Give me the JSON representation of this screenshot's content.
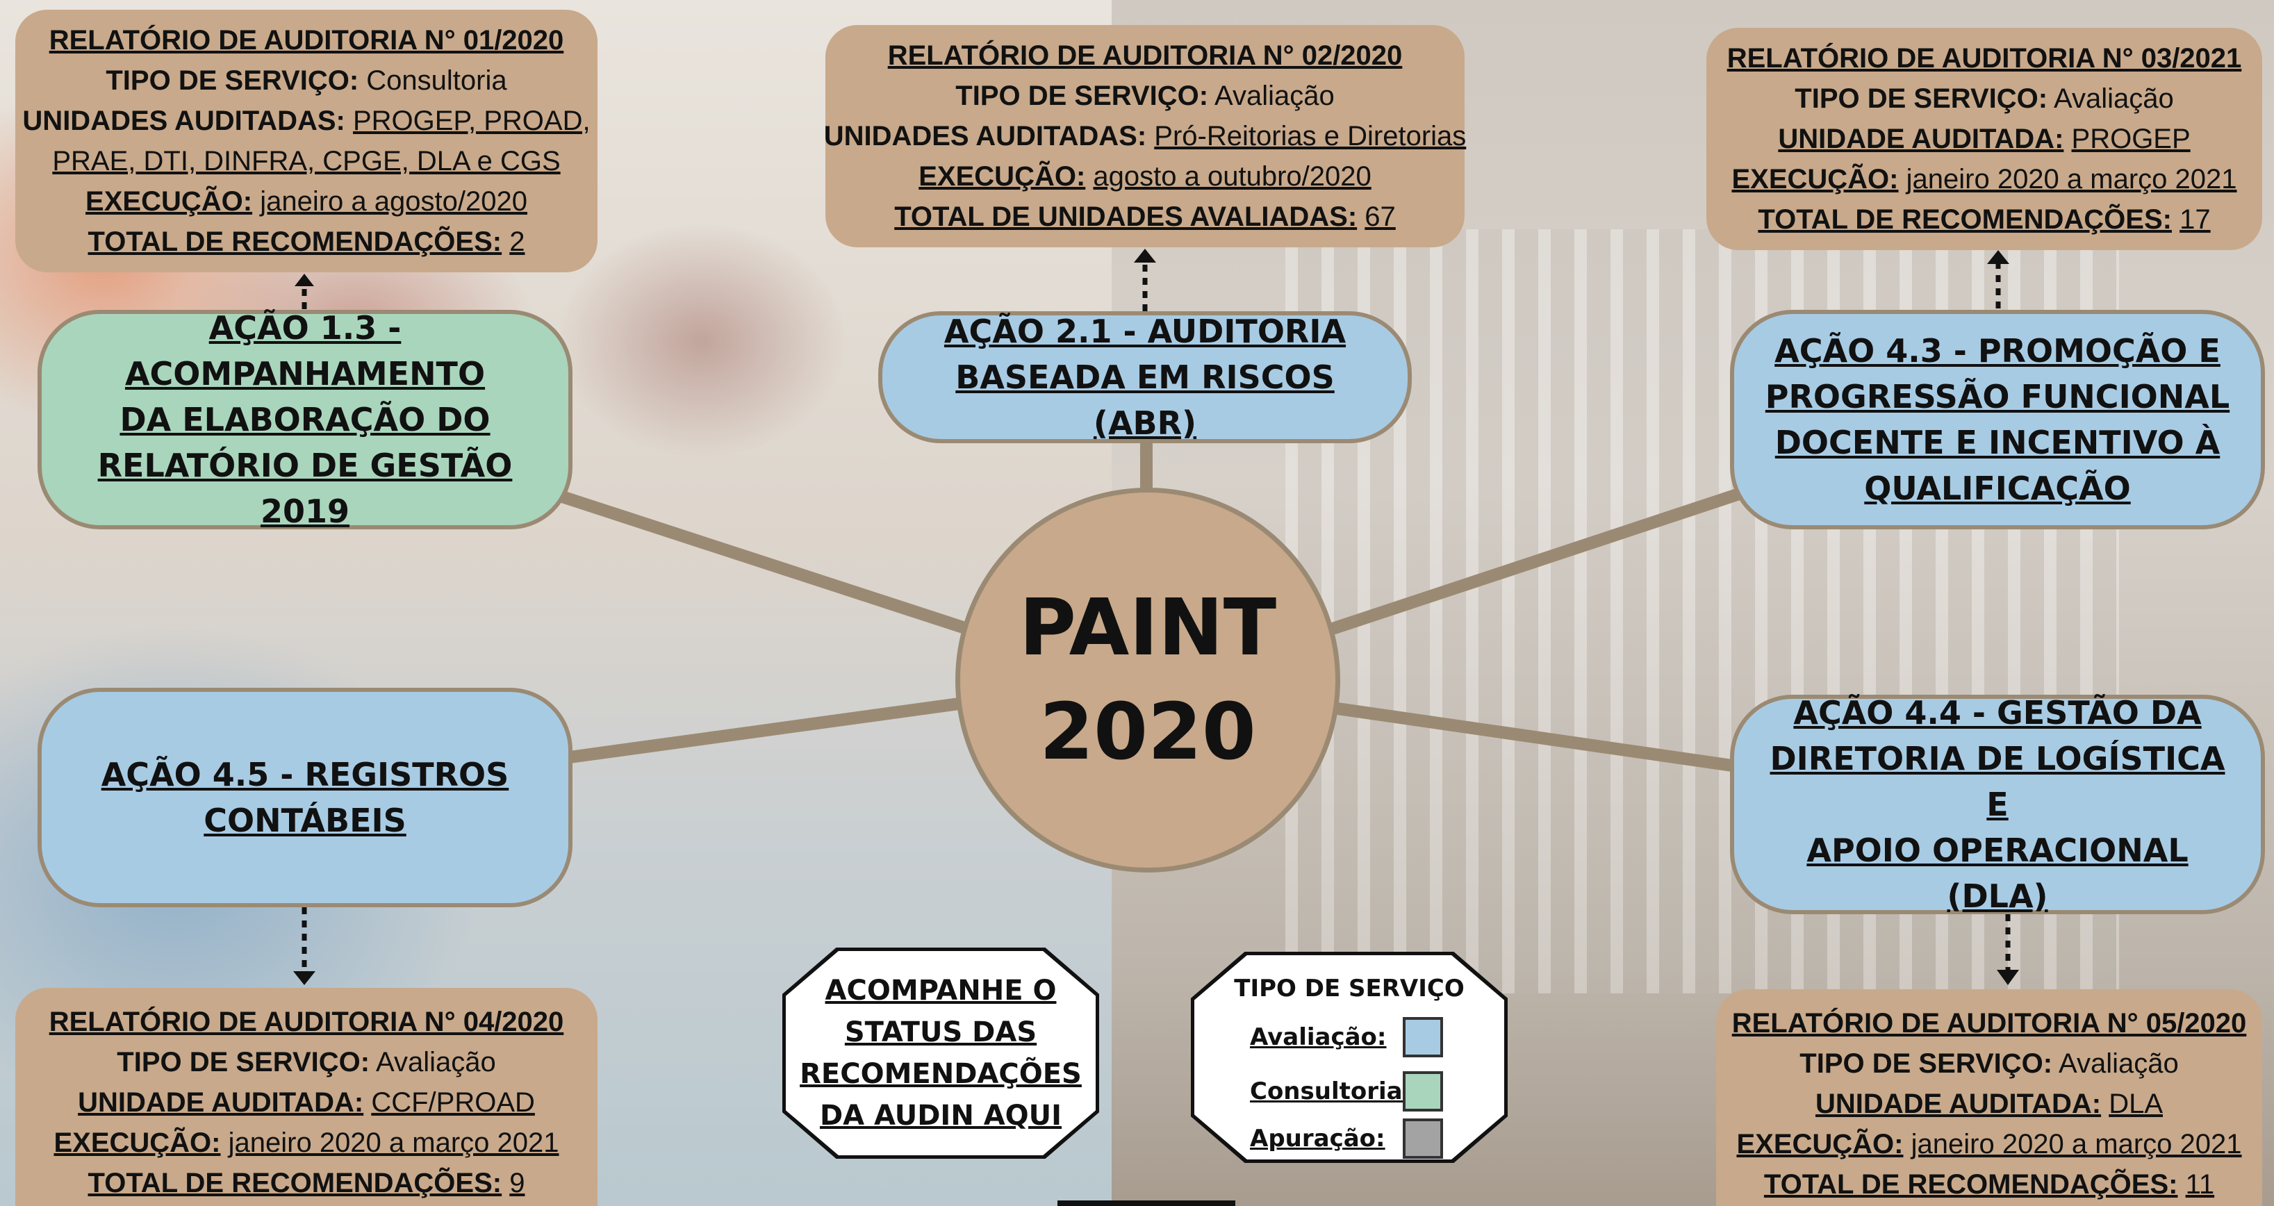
{
  "center": {
    "line1": "PAINT",
    "line2": "2020"
  },
  "actions": {
    "a13": {
      "lines": [
        "AÇÃO 1.3 - ACOMPANHAMENTO",
        "DA ELABORAÇÃO DO",
        "RELATÓRIO DE GESTÃO 2019"
      ],
      "service_type": "Consultoria"
    },
    "a21": {
      "lines": [
        "AÇÃO 2.1  - AUDITORIA",
        "BASEADA EM RISCOS (ABR)"
      ],
      "service_type": "Avaliação"
    },
    "a43": {
      "lines": [
        "AÇÃO 4.3 - PROMOÇÃO E",
        "PROGRESSÃO FUNCIONAL",
        "DOCENTE E INCENTIVO À",
        "QUALIFICAÇÃO"
      ],
      "service_type": "Avaliação"
    },
    "a45": {
      "lines": [
        "AÇÃO 4.5 - REGISTROS",
        "CONTÁBEIS"
      ],
      "service_type": "Avaliação"
    },
    "a44": {
      "lines": [
        "AÇÃO 4.4 - GESTÃO DA",
        "DIRETORIA DE LOGÍSTICA E",
        "APOIO OPERACIONAL (DLA)"
      ],
      "service_type": "Avaliação"
    }
  },
  "reports": {
    "r1": {
      "title": "RELATÓRIO DE AUDITORIA N° 01/2020",
      "tipo_label": "TIPO DE SERVIÇO:",
      "tipo_value": "Consultoria",
      "unid_label": "UNIDADES AUDITADAS:",
      "unid_value_1": "PROGEP, PROAD,",
      "unid_value_2": "PRAE, DTI, DINFRA, CPGE, DLA e CGS",
      "exec_label": "EXECUÇÃO:",
      "exec_value": "janeiro a agosto/2020",
      "total_label": "TOTAL DE RECOMENDAÇÕES:",
      "total_value": "2"
    },
    "r2": {
      "title": "RELATÓRIO DE AUDITORIA N° 02/2020",
      "tipo_label": "TIPO DE SERVIÇO:",
      "tipo_value": "Avaliação",
      "unid_label": "UNIDADES AUDITADAS:",
      "unid_value_1": "Pró-Reitorias e Diretorias",
      "exec_label": "EXECUÇÃO:",
      "exec_value": "agosto a outubro/2020",
      "total_label": "TOTAL DE UNIDADES AVALIADAS:",
      "total_value": "67"
    },
    "r3": {
      "title": "RELATÓRIO DE AUDITORIA N° 03/2021",
      "tipo_label": "TIPO DE SERVIÇO:",
      "tipo_value": "Avaliação",
      "unid_label": "UNIDADE AUDITADA:",
      "unid_value_1": "PROGEP",
      "exec_label": "EXECUÇÃO:",
      "exec_value": "janeiro 2020 a março 2021",
      "total_label": "TOTAL DE RECOMENDAÇÕES:",
      "total_value": "17"
    },
    "r4": {
      "title": "RELATÓRIO DE AUDITORIA N° 04/2020",
      "tipo_label": "TIPO DE SERVIÇO:",
      "tipo_value": "Avaliação",
      "unid_label": "UNIDADE AUDITADA:",
      "unid_value_1": "CCF/PROAD",
      "exec_label": "EXECUÇÃO:",
      "exec_value": "janeiro 2020 a março 2021",
      "total_label": "TOTAL DE RECOMENDAÇÕES:",
      "total_value": "9"
    },
    "r5": {
      "title": "RELATÓRIO DE AUDITORIA N° 05/2020",
      "tipo_label": "TIPO DE SERVIÇO:",
      "tipo_value": "Avaliação",
      "unid_label": "UNIDADE AUDITADA:",
      "unid_value_1": "DLA",
      "exec_label": "EXECUÇÃO:",
      "exec_value": "janeiro 2020 a março 2021",
      "total_label": "TOTAL DE RECOMENDAÇÕES:",
      "total_value": "11"
    }
  },
  "status_link": {
    "lines": [
      "ACOMPANHE O",
      "STATUS DAS",
      "RECOMENDAÇÕES",
      "DA AUDIN AQUI"
    ]
  },
  "legend": {
    "title": "TIPO DE SERVIÇO",
    "items": [
      {
        "label": "Avaliação:",
        "color": "#a8cbe4"
      },
      {
        "label": "Consultoria:",
        "color": "#a9d5bc"
      },
      {
        "label": "Apuração:",
        "color": "#a3a3a3"
      }
    ]
  },
  "colors": {
    "report_box": "#c8a98b",
    "border": "#9b8a73",
    "evaluation": "#a8cbe4",
    "consulting": "#a9d5bc",
    "investigation": "#a3a3a3"
  }
}
